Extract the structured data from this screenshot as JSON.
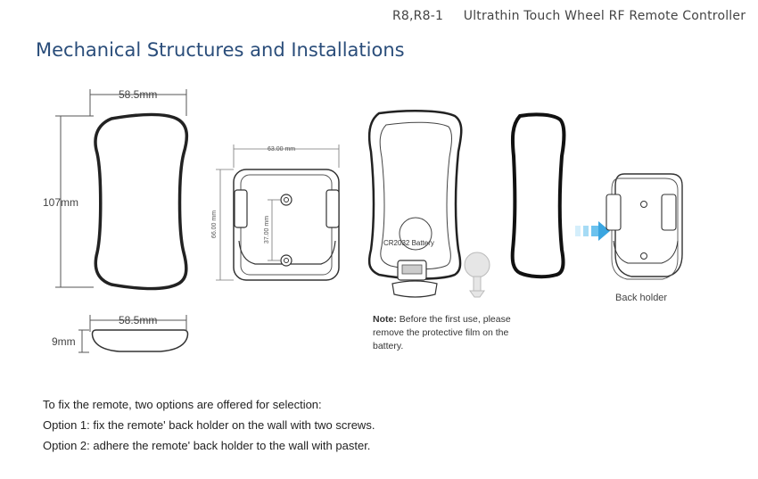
{
  "header": {
    "model": "R8,R8-1",
    "product": "Ultrathin Touch Wheel RF Remote Controller"
  },
  "section_title": "Mechanical Structures and Installations",
  "dimensions": {
    "front_width": "58.5mm",
    "front_height": "107mm",
    "holder_width": "63.00 mm",
    "holder_height": "66.00 mm",
    "screw_spacing": "37.00 mm",
    "side_width": "58.5mm",
    "side_thickness": "9mm"
  },
  "labels": {
    "battery": "CR2032 Battery",
    "back_holder": "Back holder"
  },
  "note": {
    "prefix": "Note:",
    "text": "Before the first use, please remove the protective film on the battery."
  },
  "instructions": {
    "intro": "To fix the remote, two options are offered for selection:",
    "option1": "Option 1: fix the remote' back holder on the wall with two screws.",
    "option2": "Option 2: adhere the remote' back holder to the wall with paster."
  },
  "colors": {
    "title_blue": "#2a4d7a",
    "arrow_blue": "#3aa5e0",
    "outline": "#222222"
  }
}
